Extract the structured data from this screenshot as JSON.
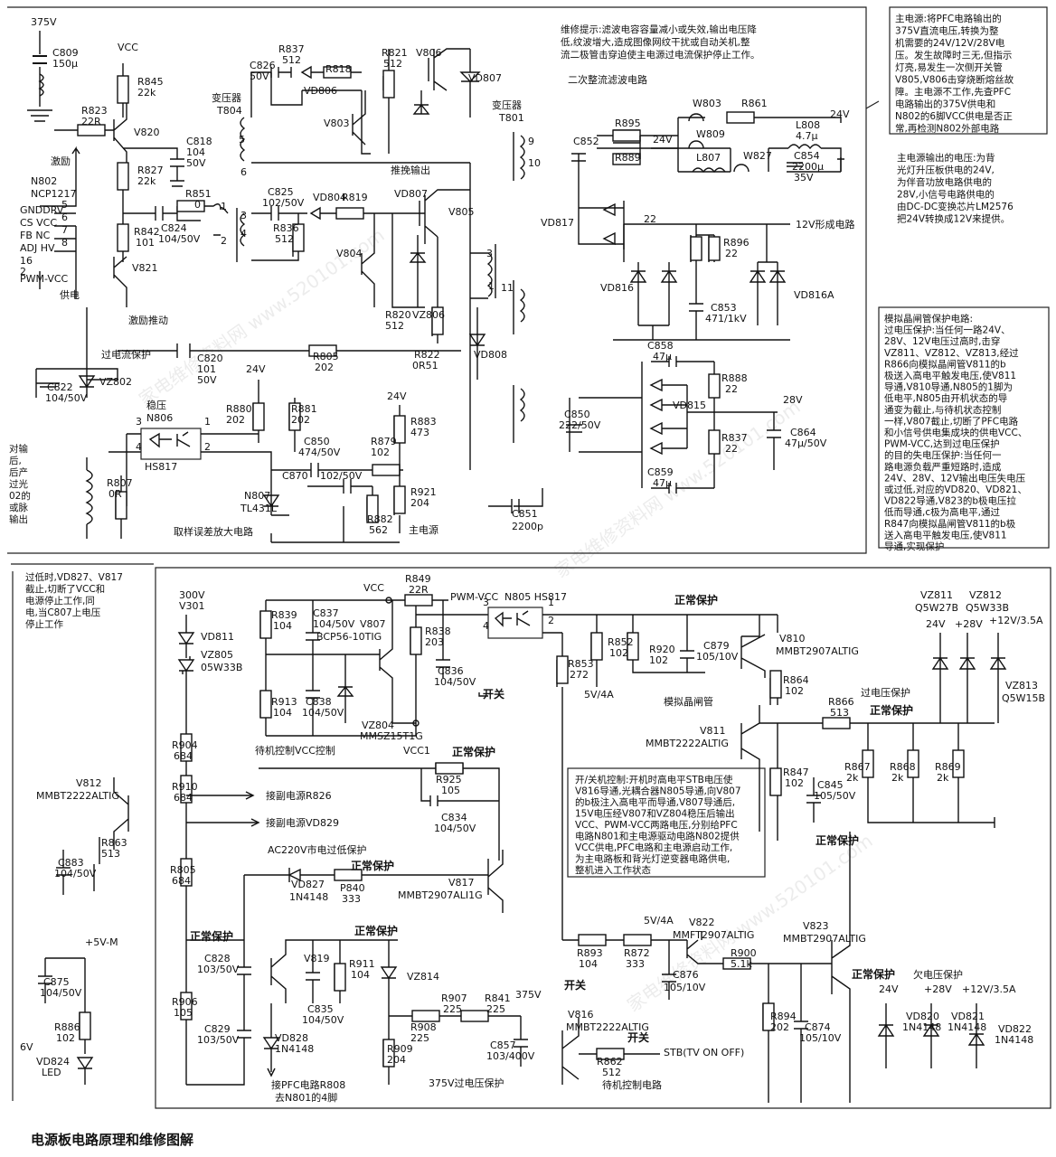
{
  "title": "电源板电路原理和维修图解",
  "watermark": "家电维修资料网 www.520101.com",
  "notes": {
    "repair_tip": [
      "维修提示:滤波电容容量减小或失效,输出电压降",
      "低,纹波增大,造成图像网纹干扰或自动关机,整",
      "流二极管击穿迫使主电源过电流保护停止工作。"
    ],
    "main_power": [
      "主电源:将PFC电路输出的",
      "375V直流电压,转换为整",
      "机需要的24V/12V/28V电",
      "压。发生故障时三无,但指示",
      "灯亮,易发生一次侧开关管",
      "V805,V806击穿烧断熔丝故",
      "障。主电源不工作,先查PFC",
      "电路输出的375V供电和",
      "N802的6脚VCC供电是否正",
      "常,再检测N802外部电路"
    ],
    "main_out": [
      "主电源输出的电压:为背",
      "光灯升压板供电的24V,",
      "为伴音功放电路供电的",
      "28V,小信号电路供电的",
      "由DC-DC变换芯片LM2576",
      "把24V转换成12V来提供。"
    ],
    "thyristor": [
      "模拟晶闸管保护电路:",
      "过电压保护:当任何一路24V、",
      "28V、12V电压过高时,击穿",
      "VZ811、VZ812、VZ813,经过",
      "R866向模拟晶闸管V811的b",
      "极送入高电平触发电压,使V811",
      "导通,V810导通,N805的1脚为",
      "低电平,N805由开机状态的导",
      "通变为截止,与待机状态控制",
      "一样,V807截止,切断了PFC电路",
      "和小信号供电集成块的供电VCC、",
      "PWM-VCC,达到过电压保护",
      "的目的失电压保护:当任何一",
      "路电源负载严重短路时,造成",
      "24V、28V、12V输出电压失电压",
      "或过低,对应的VD820、VD821、",
      "VD822导通,V823的b极电压拉",
      "低而导通,c极为高电平,通过",
      "R847向模拟晶闸管V811的b极",
      "送入高电平触发电压,使V811",
      "导通,实现保护"
    ],
    "overheat": [
      "过低时,VD827、V817",
      "截止,切断了VCC和",
      "电源停止工作,同",
      "电,当C807上电压",
      "停止工作"
    ],
    "on_off": [
      "开/关机控制:开机时高电平STB电压使",
      "V816导通,光耦合器N805导通,向V807",
      "的b极注入高电平而导通,V807导通后,",
      "15V电压经V807和VZ804稳压后输出",
      "VCC、PWM-VCC两路电压,分别给PFC",
      "电路N801和主电源驱动电路N802提供",
      "VCC供电,PFC电路和主电源启动工作,",
      "为主电路板和背光灯逆变器电路供电,",
      "整机进入工作状态"
    ],
    "left_edge": [
      "对输",
      "后,",
      "后产",
      "过光",
      "02的",
      "或脉",
      "输出"
    ]
  },
  "sections": {
    "excite": "激励",
    "excite_drive": "激励推动",
    "pushpull": "推挽输出",
    "overcurrent": "过电流保护",
    "rectifier": "二次整流滤波电路",
    "sample_amp": "取样误差放大电路",
    "main_source": "主电源",
    "standby_vcc": "待机控制VCC控制",
    "ac_low": "AC220V市电过低保护",
    "sim_thy": "模拟晶闸管",
    "overvolt": "过电压保护",
    "undervolt": "欠电压保护",
    "standby_ctrl": "待机控制电路",
    "v375_ov": "375V过电压保护",
    "to_r826": "接副电源R826",
    "to_vd829": "接副电源VD829",
    "to_pfc": [
      "接PFC电路R808",
      "去N801的4脚"
    ],
    "power_supply": "供电",
    "v12_form": "12V形成电路"
  },
  "labels": [
    [
      "375V",
      34,
      28
    ],
    [
      "C809",
      58,
      62
    ],
    [
      "150μ",
      58,
      74
    ],
    [
      "VCC",
      130,
      56
    ],
    [
      "R845",
      152,
      94
    ],
    [
      "22k",
      152,
      106
    ],
    [
      "R823",
      90,
      126
    ],
    [
      "22R",
      90,
      138
    ],
    [
      "V820",
      148,
      150
    ],
    [
      "C818",
      206,
      160
    ],
    [
      "104",
      206,
      172
    ],
    [
      "50V",
      206,
      184
    ],
    [
      "R827",
      152,
      192
    ],
    [
      "22k",
      152,
      204
    ],
    [
      "R851",
      205,
      218
    ],
    [
      "0",
      215,
      230
    ],
    [
      "C824",
      178,
      256
    ],
    [
      "104/50V",
      175,
      268
    ],
    [
      "R842",
      148,
      260
    ],
    [
      "101",
      150,
      272
    ],
    [
      "V821",
      146,
      300
    ],
    [
      "N802",
      34,
      204
    ],
    [
      "NCP1217",
      34,
      218
    ],
    [
      "GNDDRV",
      22,
      236
    ],
    [
      "CS VCC",
      22,
      250
    ],
    [
      "FB  NC",
      22,
      264
    ],
    [
      "ADJ HV",
      22,
      278
    ],
    [
      "16",
      22,
      292
    ],
    [
      "2",
      22,
      304
    ],
    [
      "PWM-VCC",
      22,
      312
    ],
    [
      "5",
      68,
      230
    ],
    [
      "6",
      68,
      244
    ],
    [
      "7",
      68,
      258
    ],
    [
      "8",
      68,
      272
    ],
    [
      "C826",
      276,
      76
    ],
    [
      "50V",
      276,
      88
    ],
    [
      "R837",
      308,
      58
    ],
    [
      "512",
      312,
      70
    ],
    [
      "R818",
      360,
      80
    ],
    [
      "VD806",
      336,
      104
    ],
    [
      "V803",
      358,
      140
    ],
    [
      "R821",
      422,
      62
    ],
    [
      "512",
      424,
      74
    ],
    [
      "V806",
      460,
      62
    ],
    [
      "VD807",
      518,
      90
    ],
    [
      "变压器",
      234,
      112
    ],
    [
      "T804",
      240,
      126
    ],
    [
      "5",
      264,
      158
    ],
    [
      "6",
      266,
      194
    ],
    [
      "C825",
      296,
      216
    ],
    [
      "102/50V",
      290,
      228
    ],
    [
      "VD804",
      346,
      222
    ],
    [
      "R819",
      378,
      222
    ],
    [
      "VD807",
      436,
      218
    ],
    [
      "V805",
      496,
      238
    ],
    [
      "R836",
      302,
      256
    ],
    [
      "512",
      304,
      268
    ],
    [
      "V804",
      372,
      284
    ],
    [
      "R820",
      426,
      352
    ],
    [
      "512",
      426,
      364
    ],
    [
      "VZ806",
      456,
      352
    ],
    [
      "R822",
      458,
      396
    ],
    [
      "0R51",
      456,
      408
    ],
    [
      "VD808",
      524,
      396
    ],
    [
      "3",
      266,
      242
    ],
    [
      "4",
      266,
      262
    ],
    [
      "1",
      244,
      232
    ],
    [
      "2",
      244,
      270
    ],
    [
      "3",
      538,
      284
    ],
    [
      "1",
      540,
      320
    ],
    [
      "11",
      554,
      322
    ],
    [
      "变压器",
      544,
      120
    ],
    [
      "T801",
      552,
      134
    ],
    [
      "9",
      584,
      160
    ],
    [
      "10",
      584,
      184
    ],
    [
      "C852",
      634,
      160
    ],
    [
      "R895",
      680,
      140
    ],
    [
      "R889",
      680,
      178
    ],
    [
      "24V",
      722,
      158
    ],
    [
      "W803",
      766,
      118
    ],
    [
      "R861",
      820,
      118
    ],
    [
      "W809",
      770,
      152
    ],
    [
      "L807",
      770,
      178
    ],
    [
      "W827",
      822,
      176
    ],
    [
      "L808",
      880,
      142
    ],
    [
      "4.7μ",
      880,
      154
    ],
    [
      "24V",
      918,
      130
    ],
    [
      "C854",
      878,
      176
    ],
    [
      "2200μ",
      876,
      188
    ],
    [
      "35V",
      878,
      200
    ],
    [
      "VD817",
      598,
      250
    ],
    [
      "22",
      712,
      246
    ],
    [
      "R896",
      800,
      272
    ],
    [
      "22",
      802,
      284
    ],
    [
      "VD816",
      664,
      322
    ],
    [
      "VD816A",
      878,
      330
    ],
    [
      "C853",
      786,
      344
    ],
    [
      "471/1kV",
      780,
      356
    ],
    [
      "C858",
      716,
      386
    ],
    [
      "47μ",
      722,
      398
    ],
    [
      "R888",
      798,
      422
    ],
    [
      "22",
      802,
      434
    ],
    [
      "28V",
      866,
      446
    ],
    [
      "C850",
      624,
      462
    ],
    [
      "222/50V",
      618,
      474
    ],
    [
      "VD815",
      744,
      452
    ],
    [
      "R837",
      798,
      488
    ],
    [
      "22",
      802,
      500
    ],
    [
      "C864",
      874,
      482
    ],
    [
      "47μ/50V",
      868,
      494
    ],
    [
      "C859",
      716,
      526
    ],
    [
      "47μ",
      722,
      538
    ],
    [
      "C851",
      566,
      572
    ],
    [
      "2200p",
      566,
      586
    ],
    [
      "C822",
      52,
      432
    ],
    [
      "104/50V",
      50,
      444
    ],
    [
      "VZ802",
      110,
      426
    ],
    [
      "C820",
      218,
      400
    ],
    [
      "101",
      218,
      412
    ],
    [
      "50V",
      218,
      424
    ],
    [
      "R805",
      346,
      398
    ],
    [
      "202",
      348,
      410
    ],
    [
      "24V",
      272,
      412
    ],
    [
      "R880",
      250,
      456
    ],
    [
      "202",
      250,
      468
    ],
    [
      "R881",
      322,
      456
    ],
    [
      "202",
      322,
      468
    ],
    [
      "24V",
      428,
      442
    ],
    [
      "R883",
      454,
      470
    ],
    [
      "473",
      454,
      482
    ],
    [
      "稳压",
      162,
      452
    ],
    [
      "N806",
      162,
      466
    ],
    [
      "3",
      150,
      470
    ],
    [
      "1",
      226,
      470
    ],
    [
      "4",
      150,
      498
    ],
    [
      "2",
      226,
      498
    ],
    [
      "HS817",
      160,
      520
    ],
    [
      "C850",
      336,
      492
    ],
    [
      "474/50V",
      330,
      504
    ],
    [
      "R879",
      410,
      492
    ],
    [
      "102",
      410,
      504
    ],
    [
      "C870",
      312,
      530
    ],
    [
      "102/50V",
      354,
      530
    ],
    [
      "R921",
      454,
      548
    ],
    [
      "204",
      454,
      560
    ],
    [
      "N807",
      270,
      552
    ],
    [
      "TL431L",
      266,
      566
    ],
    [
      "R882",
      406,
      578
    ],
    [
      "562",
      408,
      590
    ],
    [
      "R807",
      118,
      538
    ],
    [
      "0R",
      120,
      550
    ],
    [
      "300V",
      198,
      662
    ],
    [
      "V301",
      198,
      674
    ],
    [
      "VD811",
      222,
      708
    ],
    [
      "VZ805",
      222,
      728
    ],
    [
      "05W33B",
      222,
      742
    ],
    [
      "R904",
      190,
      828
    ],
    [
      "684",
      192,
      840
    ],
    [
      "R910",
      190,
      874
    ],
    [
      "684",
      192,
      886
    ],
    [
      "R805",
      188,
      966
    ],
    [
      "684",
      190,
      978
    ],
    [
      "C828",
      226,
      1064
    ],
    [
      "103/50V",
      218,
      1076
    ],
    [
      "R906",
      190,
      1112
    ],
    [
      "105",
      192,
      1124
    ],
    [
      "C829",
      226,
      1142
    ],
    [
      "103/50V",
      218,
      1154
    ],
    [
      "V812",
      84,
      870
    ],
    [
      "MMBT2222ALTIG",
      40,
      884
    ],
    [
      "R863",
      112,
      936
    ],
    [
      "513",
      112,
      948
    ],
    [
      "C883",
      64,
      958
    ],
    [
      "104/50V",
      60,
      970
    ],
    [
      "+5V-M",
      94,
      1046
    ],
    [
      "C875",
      48,
      1090
    ],
    [
      "104/50V",
      44,
      1102
    ],
    [
      "R886",
      60,
      1140
    ],
    [
      "102",
      62,
      1152
    ],
    [
      "6V",
      22,
      1162
    ],
    [
      "VD824",
      40,
      1178
    ],
    [
      "LED",
      46,
      1190
    ],
    [
      "VCC",
      402,
      654
    ],
    [
      "R849",
      448,
      644
    ],
    [
      "22R",
      452,
      656
    ],
    [
      "PWM-VCC",
      498,
      664
    ],
    [
      "R839",
      300,
      684
    ],
    [
      "104",
      302,
      696
    ],
    [
      "C837",
      346,
      682
    ],
    [
      "104/50V",
      346,
      694
    ],
    [
      "V807",
      398,
      694
    ],
    [
      "BCP56-10TIG",
      350,
      708
    ],
    [
      "R838",
      470,
      702
    ],
    [
      "203",
      470,
      714
    ],
    [
      "C836",
      484,
      746
    ],
    [
      "104/50V",
      480,
      758
    ],
    [
      "R913",
      300,
      780
    ],
    [
      "104",
      302,
      792
    ],
    [
      "C838",
      338,
      780
    ],
    [
      "104/50V",
      334,
      792
    ],
    [
      "VZ804",
      400,
      806
    ],
    [
      "MMSZ15T1G",
      398,
      818
    ],
    [
      "VCC1",
      446,
      834
    ],
    [
      "3",
      534,
      670
    ],
    [
      "N805 HS817",
      558,
      664
    ],
    [
      "1",
      606,
      670
    ],
    [
      "4",
      534,
      696
    ],
    [
      "2",
      606,
      690
    ],
    [
      "R853",
      628,
      738
    ],
    [
      "272",
      630,
      750
    ],
    [
      "5V/4A",
      646,
      772
    ],
    [
      "R852",
      672,
      714
    ],
    [
      "102",
      674,
      726
    ],
    [
      "R920",
      718,
      722
    ],
    [
      "102",
      718,
      734
    ],
    [
      "C879",
      778,
      718
    ],
    [
      "105/10V",
      770,
      730
    ],
    [
      "V810",
      862,
      710
    ],
    [
      "MMBT2907ALTIG",
      858,
      724
    ],
    [
      "R864",
      866,
      756
    ],
    [
      "102",
      868,
      768
    ],
    [
      "V811",
      774,
      812
    ],
    [
      "MMBT2222ALTIG",
      714,
      826
    ],
    [
      "R866",
      916,
      780
    ],
    [
      "513",
      918,
      792
    ],
    [
      "R867",
      934,
      852
    ],
    [
      "2k",
      936,
      864
    ],
    [
      "R868",
      984,
      852
    ],
    [
      "2k",
      986,
      864
    ],
    [
      "R869",
      1034,
      852
    ],
    [
      "2k",
      1036,
      864
    ],
    [
      "R847",
      866,
      858
    ],
    [
      "102",
      868,
      870
    ],
    [
      "C845",
      904,
      872
    ],
    [
      "105/50V",
      900,
      884
    ],
    [
      "VZ811",
      1018,
      662
    ],
    [
      "Q5W27B",
      1012,
      676
    ],
    [
      "VZ812",
      1072,
      662
    ],
    [
      "Q5W33B",
      1068,
      676
    ],
    [
      "24V",
      1024,
      694
    ],
    [
      "+28V",
      1056,
      694
    ],
    [
      "+12V/3.5A",
      1094,
      690
    ],
    [
      "VZ813",
      1112,
      762
    ],
    [
      "Q5W15B",
      1108,
      776
    ],
    [
      "R925",
      482,
      866
    ],
    [
      "105",
      488,
      878
    ],
    [
      "C834",
      488,
      908
    ],
    [
      "104/50V",
      480,
      920
    ],
    [
      "VD827",
      322,
      982
    ],
    [
      "1N4148",
      320,
      996
    ],
    [
      "P840",
      376,
      986
    ],
    [
      "333",
      378,
      998
    ],
    [
      "V817",
      496,
      980
    ],
    [
      "MMBT2907ALI1G",
      440,
      994
    ],
    [
      "V819",
      336,
      1064
    ],
    [
      "R911",
      386,
      1070
    ],
    [
      "104",
      388,
      1082
    ],
    [
      "C835",
      340,
      1120
    ],
    [
      "104/50V",
      334,
      1132
    ],
    [
      "VZ814",
      450,
      1084
    ],
    [
      "R907",
      488,
      1108
    ],
    [
      "225",
      490,
      1120
    ],
    [
      "R841",
      536,
      1108
    ],
    [
      "225",
      538,
      1120
    ],
    [
      "375V",
      570,
      1104
    ],
    [
      "R908",
      454,
      1140
    ],
    [
      "225",
      454,
      1152
    ],
    [
      "C857",
      542,
      1160
    ],
    [
      "103/400V",
      538,
      1172
    ],
    [
      "R909",
      428,
      1164
    ],
    [
      "204",
      428,
      1176
    ],
    [
      "VD828",
      304,
      1152
    ],
    [
      "1N4148",
      304,
      1164
    ],
    [
      "5V/4A",
      712,
      1022
    ],
    [
      "V822",
      762,
      1024
    ],
    [
      "MMFT2907ALTIG",
      744,
      1038
    ],
    [
      "R893",
      638,
      1058
    ],
    [
      "104",
      640,
      1070
    ],
    [
      "R872",
      690,
      1058
    ],
    [
      "333",
      692,
      1070
    ],
    [
      "C876",
      744,
      1082
    ],
    [
      "105/10V",
      734,
      1096
    ],
    [
      "R900",
      808,
      1058
    ],
    [
      "5.1k",
      808,
      1070
    ],
    [
      "V823",
      888,
      1028
    ],
    [
      "MMBT2907ALTIG",
      866,
      1042
    ],
    [
      "R894",
      852,
      1128
    ],
    [
      "202",
      852,
      1140
    ],
    [
      "C874",
      890,
      1140
    ],
    [
      "105/10V",
      884,
      1152
    ],
    [
      "V816",
      628,
      1126
    ],
    [
      "MMBT2222ALTIG",
      626,
      1140
    ],
    [
      "R862",
      660,
      1178
    ],
    [
      "512",
      666,
      1190
    ],
    [
      "STB(TV ON OFF)",
      734,
      1168
    ],
    [
      "24V",
      972,
      1098
    ],
    [
      "VD820",
      1002,
      1128
    ],
    [
      "1N4148",
      998,
      1140
    ],
    [
      "+28V",
      1022,
      1098
    ],
    [
      "VD821",
      1052,
      1128
    ],
    [
      "1N4148",
      1048,
      1140
    ],
    [
      "+12V/3.5A",
      1064,
      1098
    ],
    [
      "VD822",
      1104,
      1142
    ],
    [
      "1N4148",
      1100,
      1154
    ]
  ],
  "state_labels": [
    [
      "正常保护",
      746,
      668
    ],
    [
      "开关",
      534,
      772
    ],
    [
      "正常保护",
      500,
      836
    ],
    [
      "正常保护",
      388,
      962
    ],
    [
      "正常保护",
      210,
      1040
    ],
    [
      "正常保护",
      392,
      1034
    ],
    [
      "正常保护",
      962,
      790
    ],
    [
      "正常保护",
      902,
      934
    ],
    [
      "正常保护",
      942,
      1082
    ],
    [
      "开关",
      624,
      1094
    ],
    [
      "开关",
      694,
      1152
    ]
  ]
}
